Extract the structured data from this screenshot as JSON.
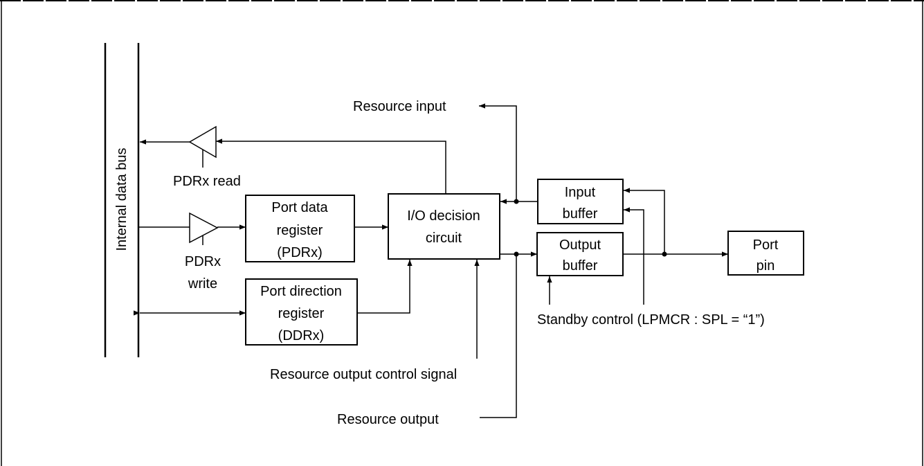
{
  "bus_label": "Internal data bus",
  "blocks": {
    "port_data_register": [
      "Port data",
      "register",
      "(PDRx)"
    ],
    "port_direction_register": [
      "Port direction",
      "register",
      "(DDRx)"
    ],
    "io_decision_circuit": [
      "I/O decision",
      "circuit"
    ],
    "input_buffer": [
      "Input",
      "buffer"
    ],
    "output_buffer": [
      "Output",
      "buffer"
    ],
    "port_pin": [
      "Port",
      "pin"
    ]
  },
  "signals": {
    "pdrx_read": "PDRx read",
    "pdrx_write": [
      "PDRx",
      "write"
    ],
    "resource_input": "Resource input",
    "resource_output_control": "Resource output control signal",
    "resource_output": "Resource output",
    "standby_control": "Standby control (LPMCR : SPL = “1”)"
  }
}
